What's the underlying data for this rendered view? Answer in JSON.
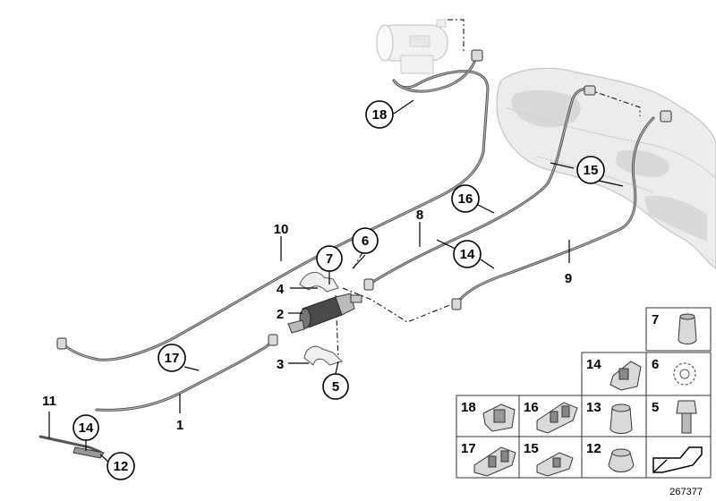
{
  "diagram_id": "267377",
  "callouts": {
    "c1": "1",
    "c2": "2",
    "c3": "3",
    "c4": "4",
    "c5": "5",
    "c6": "6",
    "c7": "7",
    "c8": "8",
    "c9": "9",
    "c10": "10",
    "c11": "11",
    "c12": "12",
    "c14a": "14",
    "c14b": "14",
    "c15": "15",
    "c16": "16",
    "c17": "17",
    "c18": "18"
  },
  "legend_cells": {
    "p7": "7",
    "p14": "14",
    "p6": "6",
    "p18": "18",
    "p16": "16",
    "p13": "13",
    "p5": "5",
    "p17": "17",
    "p15": "15",
    "p12": "12"
  }
}
